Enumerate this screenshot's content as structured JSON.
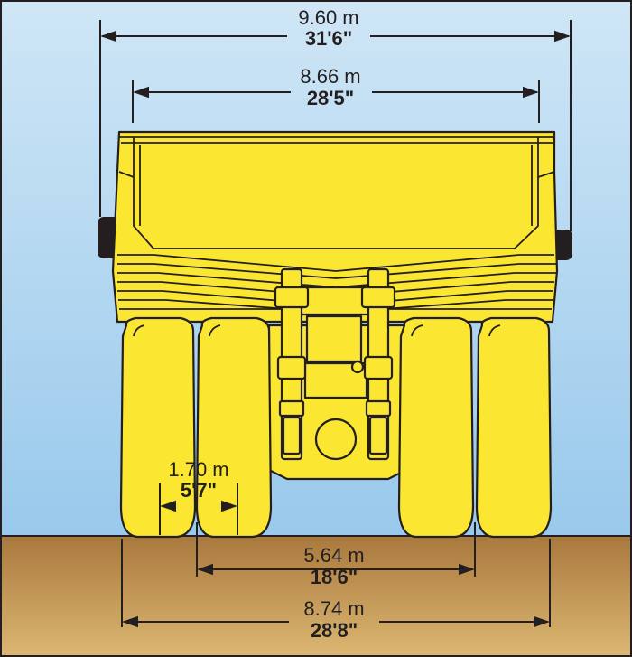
{
  "dimensions": {
    "overall_width": {
      "metric": "9.60 m",
      "imperial": "31'6\""
    },
    "body_width": {
      "metric": "8.66 m",
      "imperial": "28'5\""
    },
    "tire_width": {
      "metric": "1.70 m",
      "imperial": "5'7\""
    },
    "inner_track": {
      "metric": "5.64 m",
      "imperial": "18'6\""
    },
    "outer_track": {
      "metric": "8.74 m",
      "imperial": "28'8\""
    }
  },
  "colors": {
    "sky_top": "#c9e3f4",
    "sky_bottom": "#9ccbec",
    "ground_top": "#a8773c",
    "ground_bottom": "#d8b26a",
    "truck_yellow": "#fbe632",
    "outline": "#231f20"
  }
}
